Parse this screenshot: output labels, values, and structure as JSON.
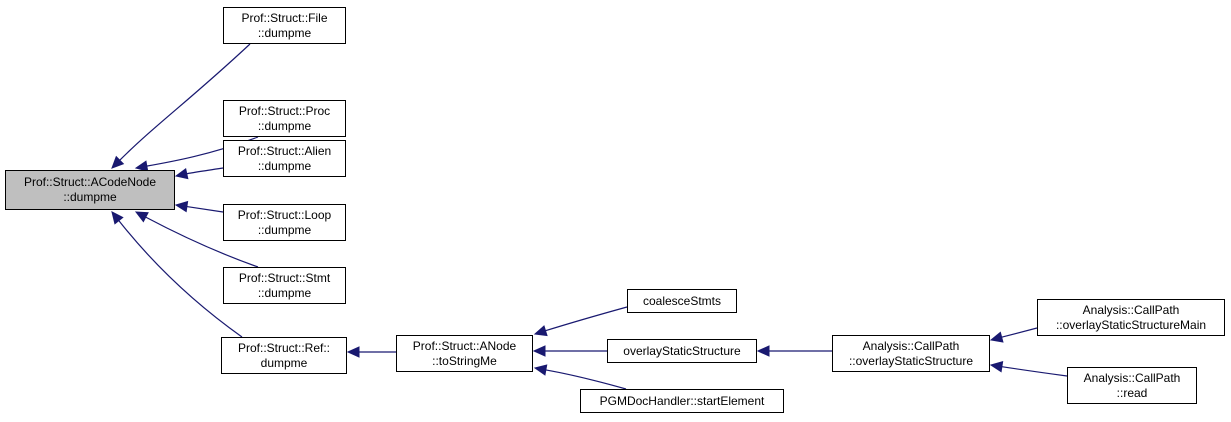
{
  "diagram": {
    "type": "call-graph",
    "edge_color": "#191970",
    "main_fill": "#bfbfbf",
    "nodes": [
      {
        "id": "acodenode",
        "lines": [
          "Prof::Struct::ACodeNode",
          "::dumpme"
        ],
        "highlight": true
      },
      {
        "id": "file",
        "lines": [
          "Prof::Struct::File",
          "::dumpme"
        ]
      },
      {
        "id": "proc",
        "lines": [
          "Prof::Struct::Proc",
          "::dumpme"
        ]
      },
      {
        "id": "alien",
        "lines": [
          "Prof::Struct::Alien",
          "::dumpme"
        ]
      },
      {
        "id": "loop",
        "lines": [
          "Prof::Struct::Loop",
          "::dumpme"
        ]
      },
      {
        "id": "stmt",
        "lines": [
          "Prof::Struct::Stmt",
          "::dumpme"
        ]
      },
      {
        "id": "ref",
        "lines": [
          "Prof::Struct::Ref::",
          "dumpme"
        ]
      },
      {
        "id": "anode",
        "lines": [
          "Prof::Struct::ANode",
          "::toStringMe"
        ]
      },
      {
        "id": "coalesce",
        "lines": [
          "coalesceStmts"
        ]
      },
      {
        "id": "overlay",
        "lines": [
          "overlayStaticStructure"
        ]
      },
      {
        "id": "pgm",
        "lines": [
          "PGMDocHandler::startElement"
        ]
      },
      {
        "id": "cp_overlay",
        "lines": [
          "Analysis::CallPath",
          "::overlayStaticStructure"
        ]
      },
      {
        "id": "cp_main",
        "lines": [
          "Analysis::CallPath",
          "::overlayStaticStructureMain"
        ]
      },
      {
        "id": "cp_read",
        "lines": [
          "Analysis::CallPath",
          "::read"
        ]
      }
    ],
    "edges": [
      {
        "from": "file",
        "to": "acodenode"
      },
      {
        "from": "proc",
        "to": "acodenode"
      },
      {
        "from": "alien",
        "to": "acodenode"
      },
      {
        "from": "loop",
        "to": "acodenode"
      },
      {
        "from": "stmt",
        "to": "acodenode"
      },
      {
        "from": "ref",
        "to": "acodenode"
      },
      {
        "from": "anode",
        "to": "ref"
      },
      {
        "from": "coalesce",
        "to": "anode"
      },
      {
        "from": "overlay",
        "to": "anode"
      },
      {
        "from": "pgm",
        "to": "anode"
      },
      {
        "from": "cp_overlay",
        "to": "overlay"
      },
      {
        "from": "cp_main",
        "to": "cp_overlay"
      },
      {
        "from": "cp_read",
        "to": "cp_overlay"
      }
    ]
  }
}
